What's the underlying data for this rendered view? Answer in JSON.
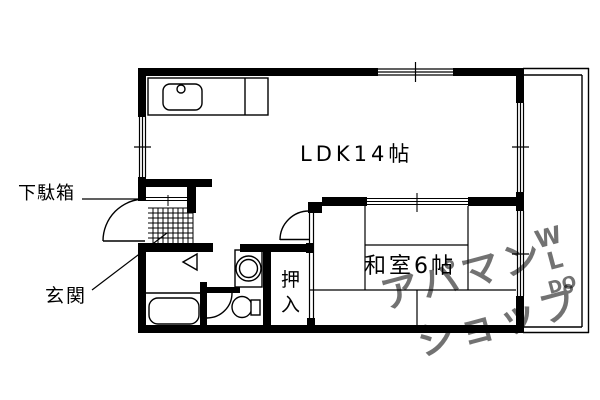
{
  "plan": {
    "rooms": {
      "ldk_label": "LDK14帖",
      "washitsu_label": "和室6帖",
      "oshiire_char1": "押",
      "oshiire_char2": "入",
      "genkan_label": "玄関",
      "getabako_label": "下駄箱"
    },
    "fixtures": {
      "kitchen_sink": "kitchen-sink-icon",
      "faucet": "faucet-icon",
      "bathtub": "bathtub-icon",
      "toilet": "toilet-icon",
      "washing_machine": "washing-machine-icon",
      "entry_tiles": "genkan-tile-grid"
    },
    "colors": {
      "background": "#ffffff",
      "line": "#000000",
      "watermark": "#d9d9d9"
    }
  },
  "watermark": {
    "line1": "アパマン",
    "line2": "ショップ",
    "side1": "W",
    "side2": "L",
    "side3": "DO",
    "color": "#d9d9d9"
  }
}
